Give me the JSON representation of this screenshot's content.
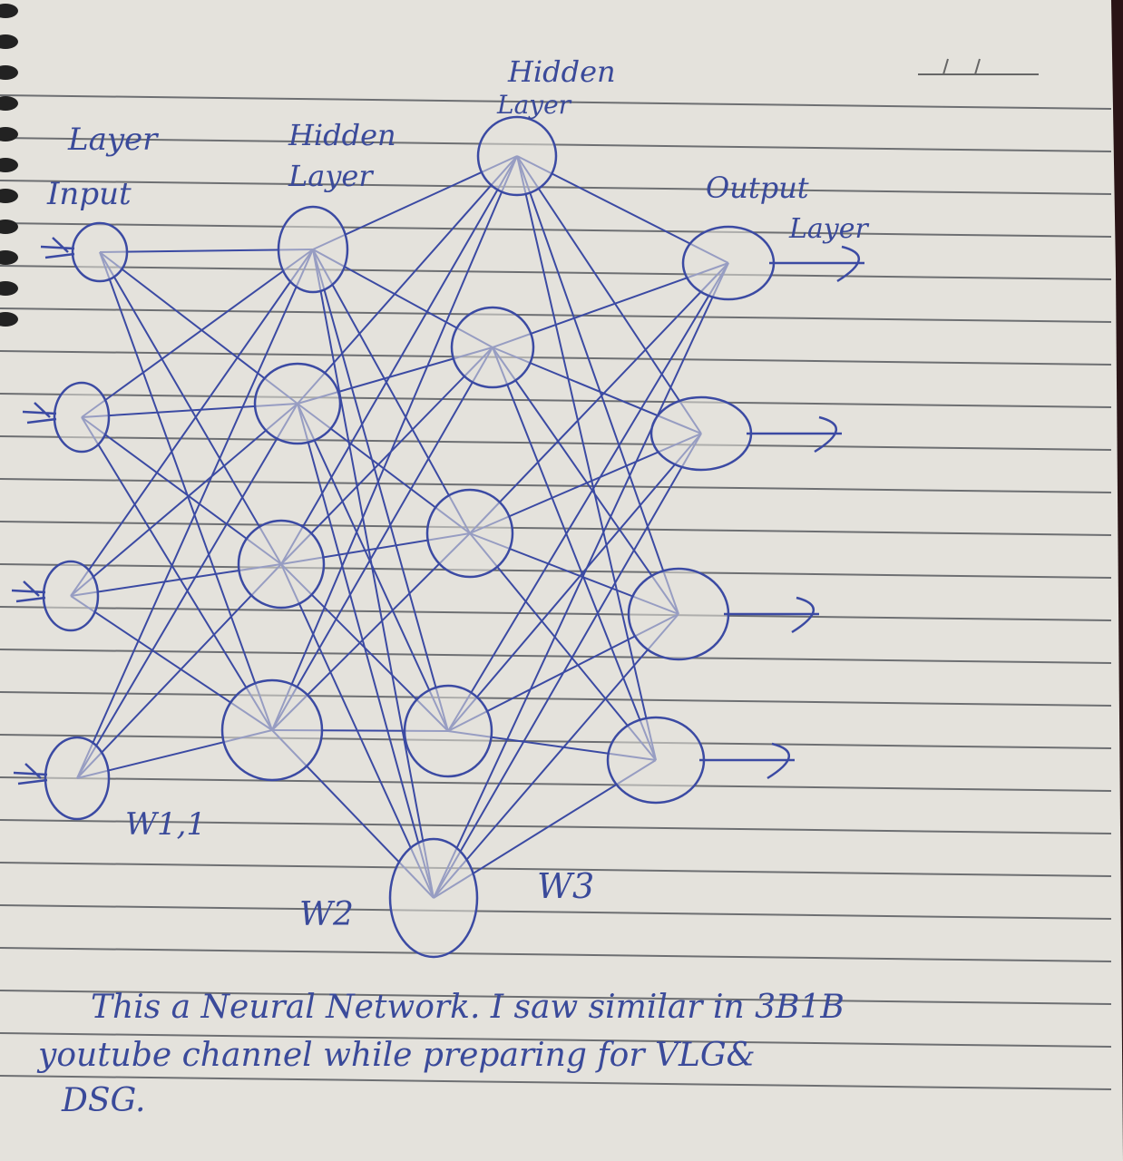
{
  "page": {
    "paper_color": "#e4e2dc",
    "rule_color": "#6d6f72",
    "ink_color": "#3b4aa3",
    "background_color": "#2a1416",
    "date_blank": "__/__/____"
  },
  "labels": {
    "input_layer": [
      "Layer",
      "Input"
    ],
    "hidden_layer_1": [
      "Hidden",
      "Layer"
    ],
    "hidden_layer_2": [
      "Hidden",
      "Layer"
    ],
    "output_layer": [
      "Output",
      "Layer"
    ],
    "weights": {
      "w1": "W1,1",
      "w2": "W2",
      "w3": "W3"
    }
  },
  "note": {
    "line1": "This a Neural Network. I saw similar in 3B1B",
    "line2": "youtube channel while preparing for VLG&",
    "line3": "DSG."
  },
  "network": {
    "layers": [
      {
        "name": "input",
        "nodes": [
          [
            110,
            278,
            30,
            32
          ],
          [
            90,
            460,
            30,
            38
          ],
          [
            78,
            657,
            30,
            38
          ],
          [
            85,
            858,
            35,
            45
          ]
        ]
      },
      {
        "name": "hidden1",
        "nodes": [
          [
            345,
            275,
            38,
            47
          ],
          [
            328,
            445,
            47,
            44
          ],
          [
            310,
            622,
            47,
            48
          ],
          [
            300,
            805,
            55,
            55
          ]
        ]
      },
      {
        "name": "hidden2",
        "nodes": [
          [
            570,
            172,
            43,
            43
          ],
          [
            543,
            383,
            45,
            44
          ],
          [
            518,
            588,
            47,
            48
          ],
          [
            494,
            806,
            48,
            50
          ],
          [
            478,
            990,
            48,
            65
          ]
        ]
      },
      {
        "name": "output",
        "nodes": [
          [
            803,
            290,
            50,
            40
          ],
          [
            773,
            478,
            55,
            40
          ],
          [
            748,
            677,
            55,
            50
          ],
          [
            723,
            838,
            53,
            47
          ]
        ]
      }
    ]
  }
}
